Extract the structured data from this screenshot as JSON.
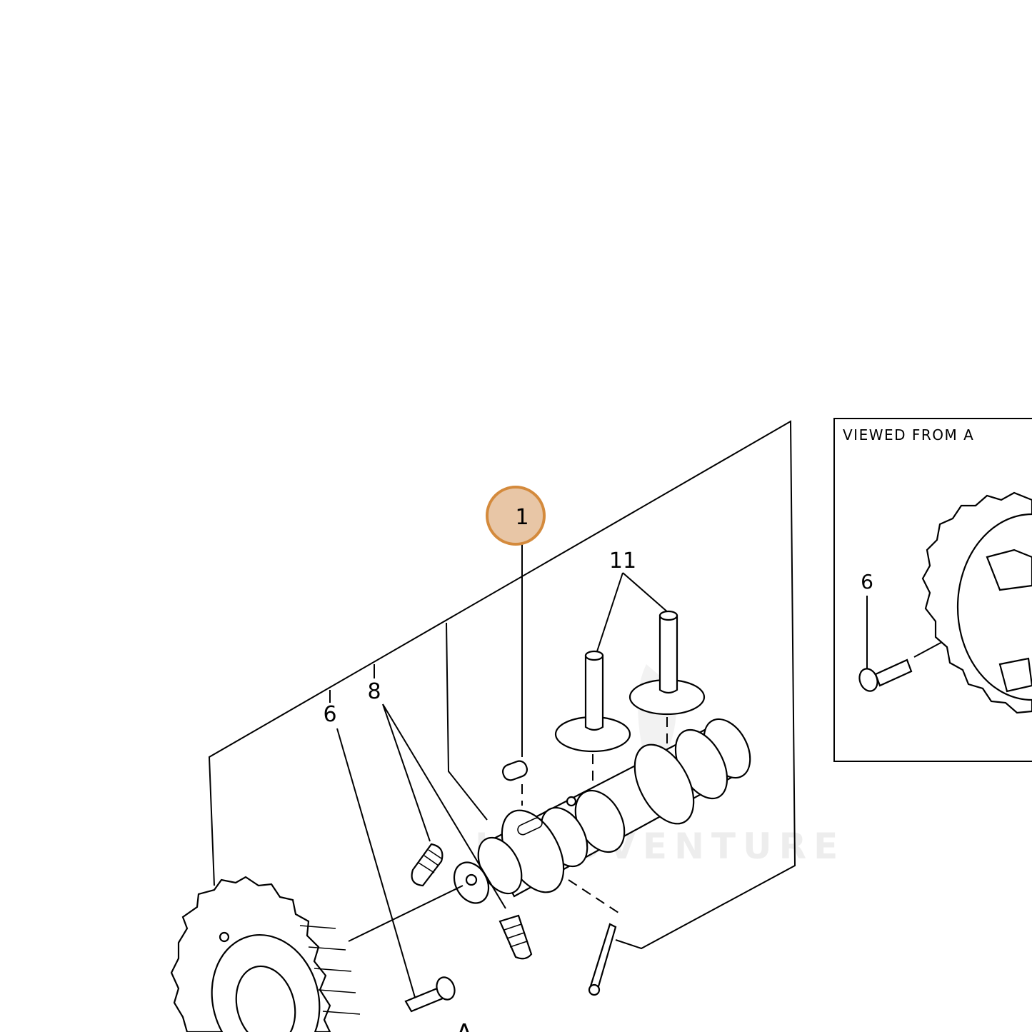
{
  "diagram": {
    "part_labels": {
      "label_1": "1",
      "label_6": "6",
      "label_8": "8",
      "label_11": "11",
      "label_a": "A"
    },
    "inset": {
      "title": "VIEWED FROM A",
      "part_label": "6"
    },
    "watermark": "LEADVENTURE",
    "highlight": {
      "part": "1",
      "color": "#e8c6a6",
      "border_color": "#d48a3c"
    }
  }
}
